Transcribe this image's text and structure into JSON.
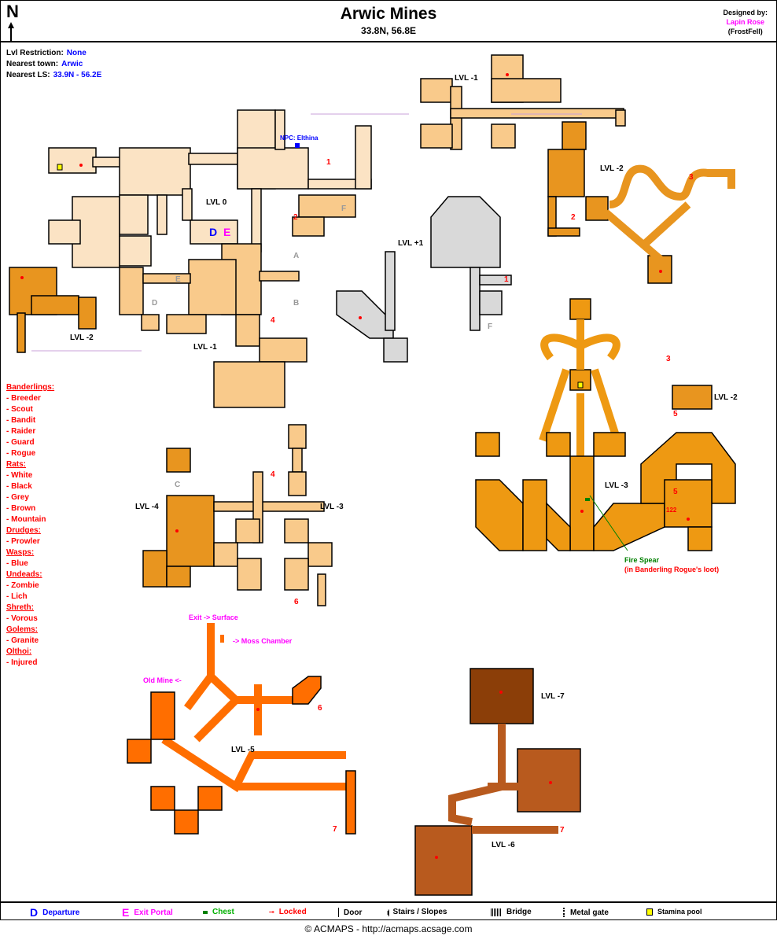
{
  "header": {
    "north": "N",
    "title": "Arwic Mines",
    "coords": "33.8N, 56.8E",
    "designed_by_label": "Designed by:",
    "designer": "Lapin Rose",
    "server": "(FrostFell)"
  },
  "info": {
    "lvl_restriction_label": "Lvl Restriction:",
    "lvl_restriction": "None",
    "nearest_town_label": "Nearest town:",
    "nearest_town": "Arwic",
    "nearest_ls_label": "Nearest LS:",
    "nearest_ls": "33.9N - 56.2E"
  },
  "monsters": [
    {
      "category": "Banderlings:",
      "items": [
        "- Breeder",
        "- Scout",
        "- Bandit",
        "- Raider",
        "- Guard",
        "- Rogue"
      ]
    },
    {
      "category": "Rats:",
      "items": [
        "- White",
        "- Black",
        "- Grey",
        "- Brown",
        "- Mountain"
      ]
    },
    {
      "category": "Drudges:",
      "items": [
        "- Prowler"
      ]
    },
    {
      "category": "Wasps:",
      "items": [
        "- Blue"
      ]
    },
    {
      "category": "Undeads:",
      "items": [
        "- Zombie",
        "- Lich"
      ]
    },
    {
      "category": "Shreth:",
      "items": [
        "- Vorous"
      ]
    },
    {
      "category": "Golems:",
      "items": [
        "- Granite"
      ]
    },
    {
      "category": "Olthoi:",
      "items": [
        "- Injured"
      ]
    }
  ],
  "map": {
    "levels": {
      "lvl0": "LVL 0",
      "lvl_m1_top": "LVL -1",
      "lvl_m1_left": "LVL -1",
      "lvl_m2_right": "LVL -2",
      "lvl_m2_left": "LVL -2",
      "lvl_m2_small": "LVL -2",
      "lvl_p1": "LVL +1",
      "lvl_m3_right": "LVL -3",
      "lvl_m3_mid": "LVL -3",
      "lvl_m4": "LVL -4",
      "lvl_m5": "LVL -5",
      "lvl_m6": "LVL -6",
      "lvl_m7": "LVL -7"
    },
    "npc": "NPC: Elthina",
    "markers": {
      "d": "D",
      "e": "E",
      "a": "A",
      "b": "B",
      "c": "C",
      "f": "F"
    },
    "numbers": {
      "n1": "1",
      "n2": "2",
      "n3": "3",
      "n4": "4",
      "n5": "5",
      "n6": "6",
      "n7": "7"
    },
    "lock_code": "122",
    "exit_surface": "Exit -> Surface",
    "moss_chamber": "-> Moss Chamber",
    "old_mine": "Old Mine <-",
    "fire_spear": "Fire Spear",
    "fire_spear_note": "(in Banderling Rogue's loot)"
  },
  "legend": {
    "departure_symbol": "D",
    "departure": "Departure",
    "exit_symbol": "E",
    "exit": "Exit Portal",
    "chest": "Chest",
    "locked": "Locked",
    "door": "Door",
    "stairs": "Stairs / Slopes",
    "bridge": "Bridge",
    "metal_gate": "Metal gate",
    "stamina": "Stamina pool"
  },
  "footer": "© ACMAPS - http://acmaps.acsage.com",
  "colors": {
    "lvl_p1": "#d9d9d9",
    "lvl0": "#fbe3c4",
    "lvl_m1": "#f9ca8b",
    "lvl_m2": "#e8951f",
    "lvl_m3": "#ee9912",
    "lvl_m5": "#ff6e00",
    "lvl_m6": "#b85a1e",
    "lvl_m7": "#8b3e08",
    "departure": "#0000ff",
    "exit": "#ff00ff",
    "chest": "#008000",
    "locked": "#ff0000"
  }
}
